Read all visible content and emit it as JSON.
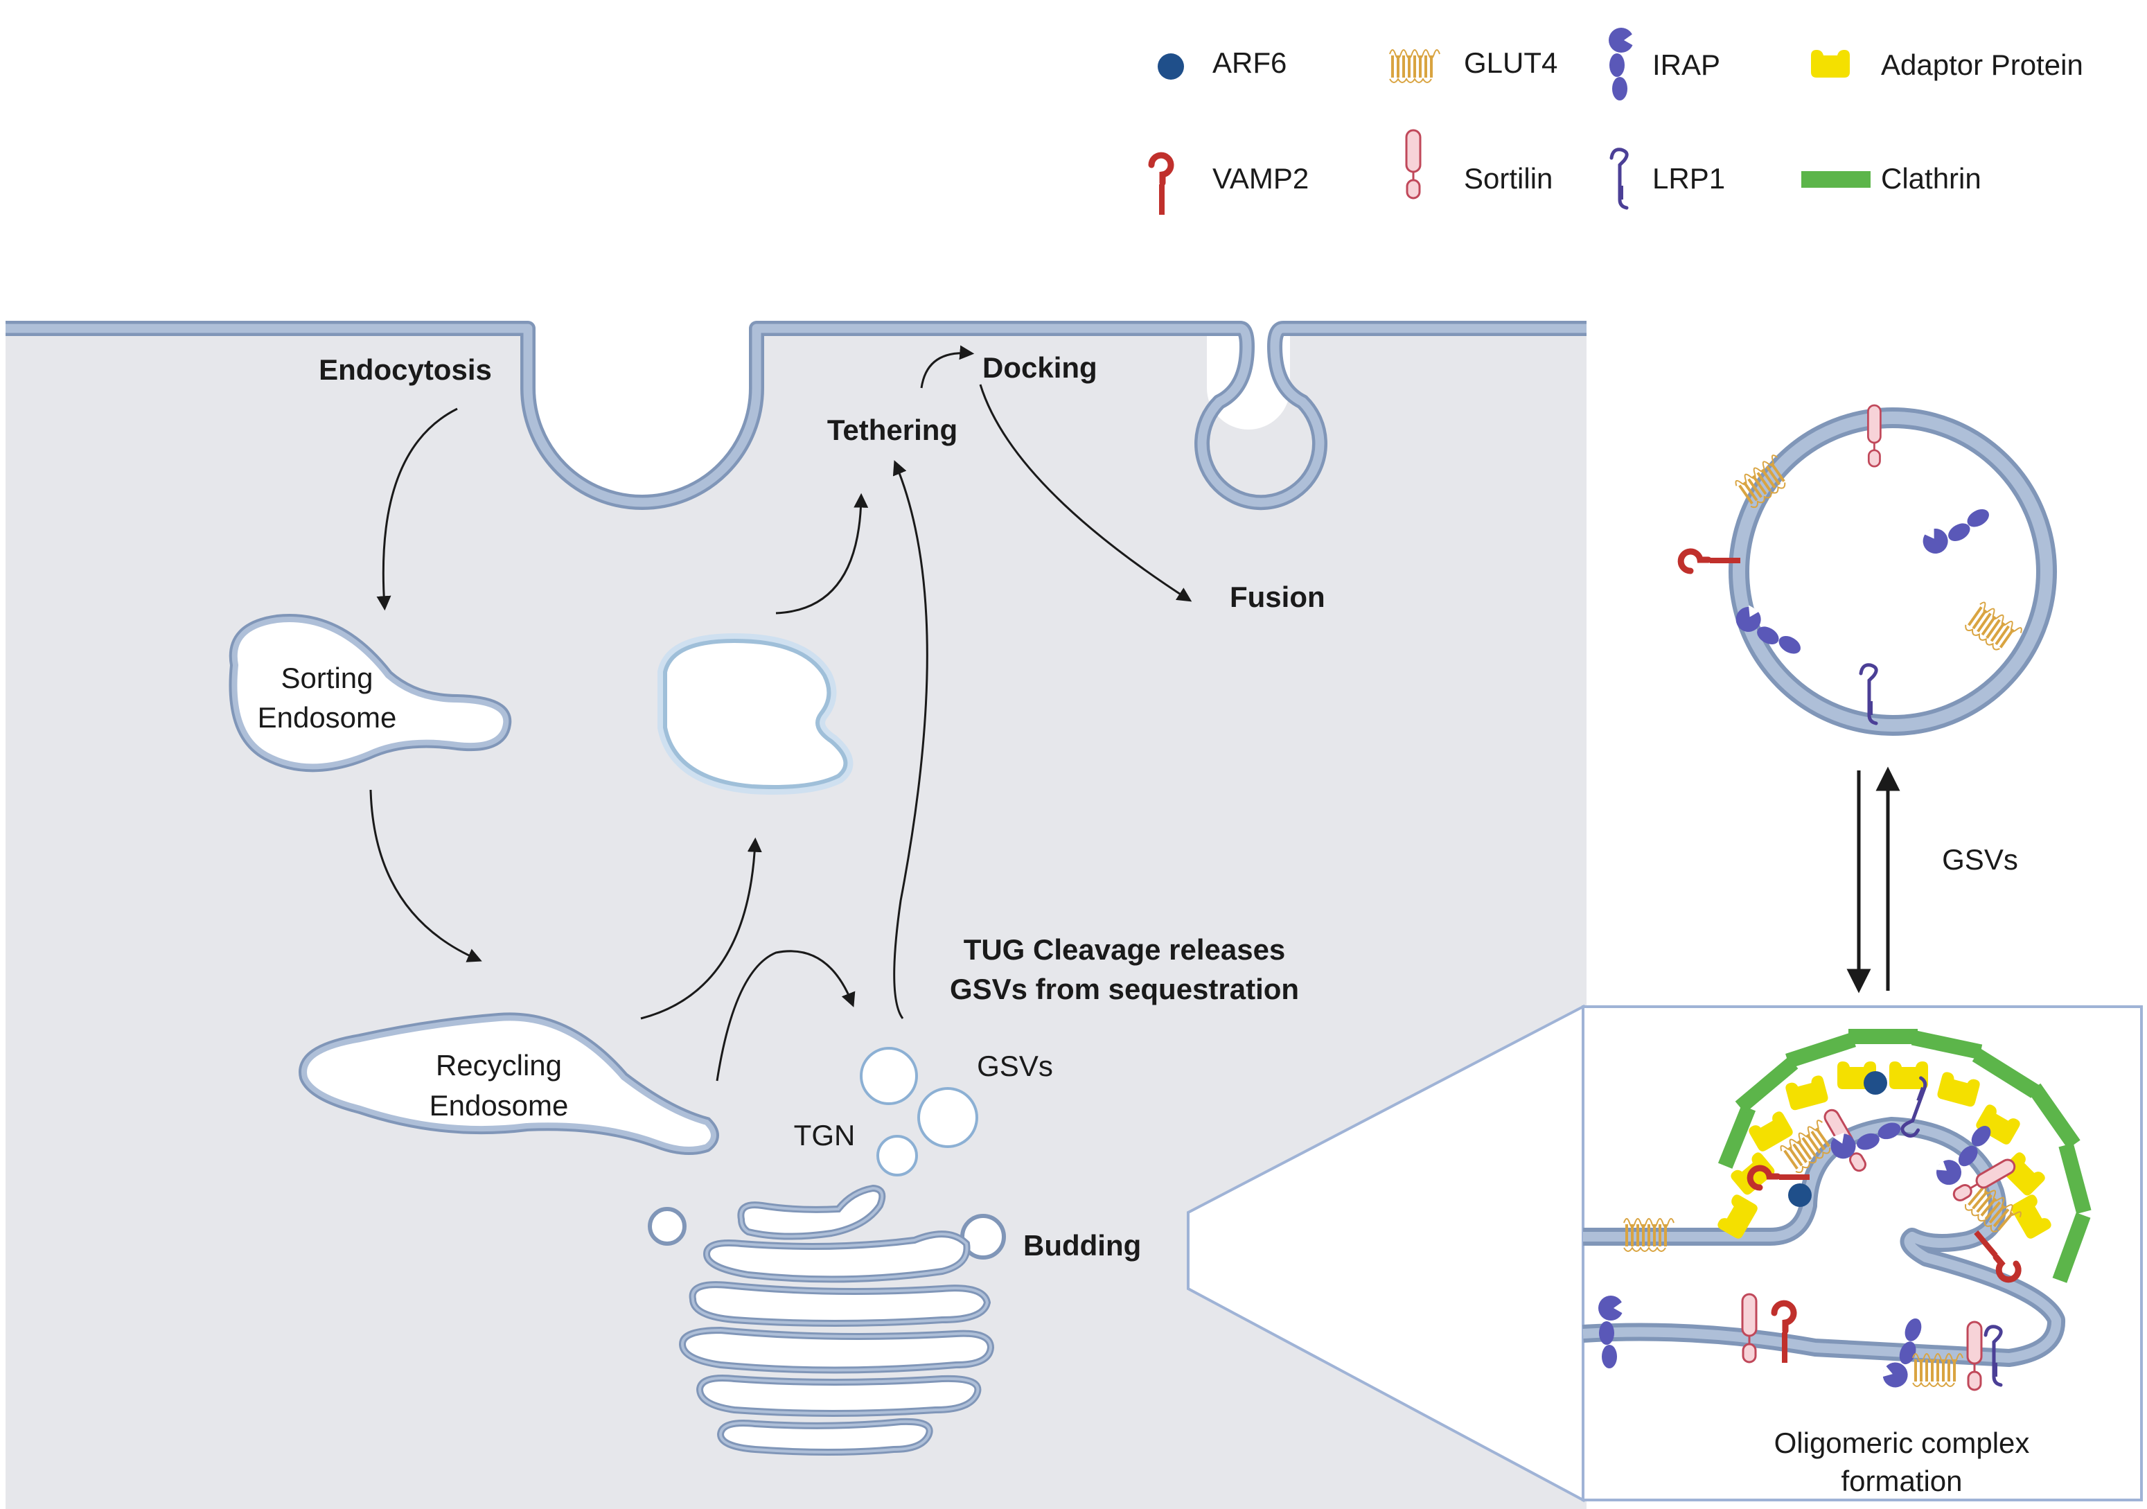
{
  "legend": {
    "arf6": "ARF6",
    "glut4": "GLUT4",
    "irap": "IRAP",
    "adaptor": "Adaptor Protein",
    "vamp2": "VAMP2",
    "sortilin": "Sortilin",
    "lrp1": "LRP1",
    "clathrin": "Clathrin"
  },
  "labels": {
    "endocytosis": "Endocytosis",
    "tethering": "Tethering",
    "docking": "Docking",
    "fusion": "Fusion",
    "sorting_1": "Sorting",
    "sorting_2": "Endosome",
    "recycling_1": "Recycling",
    "recycling_2": "Endosome",
    "tug_1": "TUG Cleavage releases",
    "tug_2": "GSVs from sequestration",
    "gsvs_cell": "GSVs",
    "tgn": "TGN",
    "budding": "Budding",
    "gsvs_side": "GSVs",
    "oligo_1": "Oligomeric complex",
    "oligo_2": "formation"
  },
  "colors": {
    "cytoplasm": "#e6e7eb",
    "membrane_fill": "#aebfd8",
    "membrane_edge": "#8096b8",
    "arf6": "#1f4f8a",
    "glut4": "#d9a441",
    "irap": "#5a58b8",
    "adaptor": "#f4e000",
    "vamp2": "#c0302c",
    "sortilin_fill": "#f7d3d8",
    "sortilin_edge": "#c0485a",
    "lrp1": "#4b3f96",
    "clathrin": "#5cb54a"
  }
}
